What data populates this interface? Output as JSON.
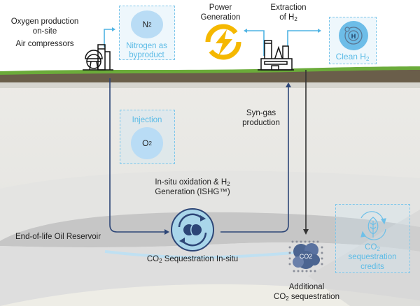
{
  "labels": {
    "oxygen_production": "Oxygen production",
    "on_site": "on-site",
    "air_compressors": "Air compressors",
    "nitrogen_symbol": "N",
    "nitrogen_sub": "2",
    "nitrogen_caption_1": "Nitrogen as",
    "nitrogen_caption_2": "byproduct",
    "power_1": "Power",
    "power_2": "Generation",
    "extraction_1": "Extraction",
    "extraction_2": "of H",
    "extraction_sub": "2",
    "clean_h2": "Clean H",
    "clean_h2_sub": "2",
    "h_symbol": "H",
    "injection": "Injection",
    "oxygen_symbol": "O",
    "oxygen_sub": "2",
    "syngas_1": "Syn-gas",
    "syngas_2": "production",
    "ishg_1": "In-situ oxidation & H",
    "ishg_1_sub": "2",
    "ishg_2": "Generation (ISHG™)",
    "reservoir": "End-of-life Oil Reservoir",
    "co2_seq_prefix": "CO",
    "co2_seq_sub": "2",
    "co2_seq_suffix": " Sequestration In-situ",
    "co2_badge": "CO2",
    "additional_1": "Additional",
    "additional_2_prefix": "CO",
    "additional_2_sub": "2",
    "additional_2_suffix": " sequestration",
    "credits_1": "CO",
    "credits_1_sub": "2",
    "credits_2": "sequestration",
    "credits_3": "credits"
  },
  "colors": {
    "grass": "#6bab3a",
    "soil": "#6a5e4a",
    "flow_line": "#2d4677",
    "accent_blue": "#5bbbe6",
    "power_yellow": "#f5b800",
    "h2_blue": "#3aa6e0"
  }
}
